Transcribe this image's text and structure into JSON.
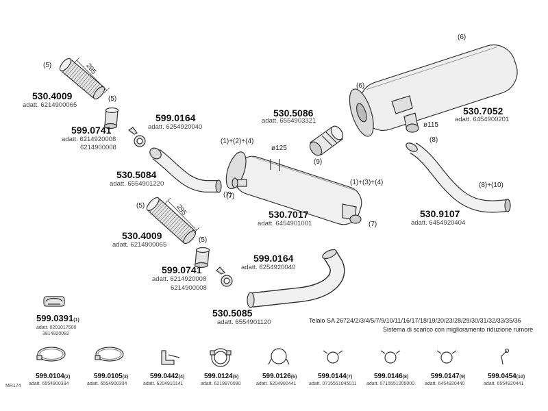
{
  "colors": {
    "line": "#333333",
    "fill_light": "#f1f1f1",
    "fill_mid": "#dcdcdc",
    "fill_dark": "#b9b9b9"
  },
  "parts": {
    "p1": {
      "part_no": "530.4009",
      "ref": "(5)",
      "note": "adatt. 6214900065",
      "dim": "295"
    },
    "p2": {
      "part_no": "599.0741",
      "ref": "(5)",
      "note1": "adatt. 6214920008",
      "note2": "6214900008"
    },
    "p3": {
      "part_no": "599.0164",
      "note": "adatt. 6254920040"
    },
    "p4": {
      "part_no": "530.5084",
      "note": "adatt. 6554901220",
      "ref": "(7)"
    },
    "p5": {
      "part_no": "530.4009",
      "ref": "(5)",
      "note": "adatt. 6214900065",
      "dim": "295"
    },
    "p6": {
      "part_no": "599.0741",
      "ref": "(5)",
      "note1": "adatt. 6214920008",
      "note2": "6214900008"
    },
    "p7": {
      "part_no": "599.0164",
      "note": "adatt. 6254920040"
    },
    "p8": {
      "part_no": "530.5085",
      "note": "adatt. 6554901120"
    },
    "p9": {
      "part_no": "530.5086",
      "note": "adatt. 6554903321",
      "ref": "(9)"
    },
    "p10": {
      "part_no": "530.7017",
      "note": "adatt. 6454901001",
      "ref_top": "(1)+(2)+(4)",
      "ref_right": "(1)+(3)+(4)",
      "ref_left": "(7)",
      "ref_bottom": "(7)",
      "dim": "ø125"
    },
    "p11": {
      "part_no": "530.7052",
      "note": "adatt. 6454900201",
      "ref_top": "(6)",
      "ref_left": "(6)",
      "dim": "ø115"
    },
    "p12": {
      "part_no": "530.9107",
      "note": "adatt. 6454920404",
      "ref_top": "(8)",
      "ref_right": "(8)+(10)"
    },
    "p13": {
      "part_no": "599.0391",
      "ref": "(1)",
      "note1": "adatt. 0201017500",
      "note2": "3814920082"
    }
  },
  "chassis_note": "Telaio SA 26724/2/3/4/5/7/9/10/11/16/17/18/19/20/23/28/29/30/31/32/33/35/36",
  "system_note": "Sistema  di scarico con miglioramento riduzione rumore",
  "clamps": [
    {
      "code": "599.0104",
      "ref": "(2)",
      "note": "adatt. 6554900334",
      "icon": "band-clamp-icon"
    },
    {
      "code": "599.0105",
      "ref": "(3)",
      "note": "adatt. 6554900334",
      "icon": "band-clamp-icon"
    },
    {
      "code": "599.0442",
      "ref": "(4)",
      "note": "adatt. 6204910141",
      "icon": "bracket-icon"
    },
    {
      "code": "599.0124",
      "ref": "(5)",
      "note": "adatt. 6219970090",
      "icon": "ring-clamp-icon"
    },
    {
      "code": "599.0126",
      "ref": "(6)",
      "note": "adatt. 6204900441",
      "icon": "strap-clamp-icon"
    },
    {
      "code": "599.0144",
      "ref": "(7)",
      "note": "adatt. 0715551045011",
      "icon": "pipe-clamp-icon"
    },
    {
      "code": "599.0146",
      "ref": "(8)",
      "note": "adatt. 0715551205000",
      "icon": "pipe-clamp-icon"
    },
    {
      "code": "599.0147",
      "ref": "(9)",
      "note": "adatt. 6454920440",
      "icon": "pipe-clamp-icon"
    },
    {
      "code": "599.0454",
      "ref": "(10)",
      "note": "adatt. 6554920441",
      "icon": "hook-icon"
    }
  ],
  "footer_code": "MR174"
}
